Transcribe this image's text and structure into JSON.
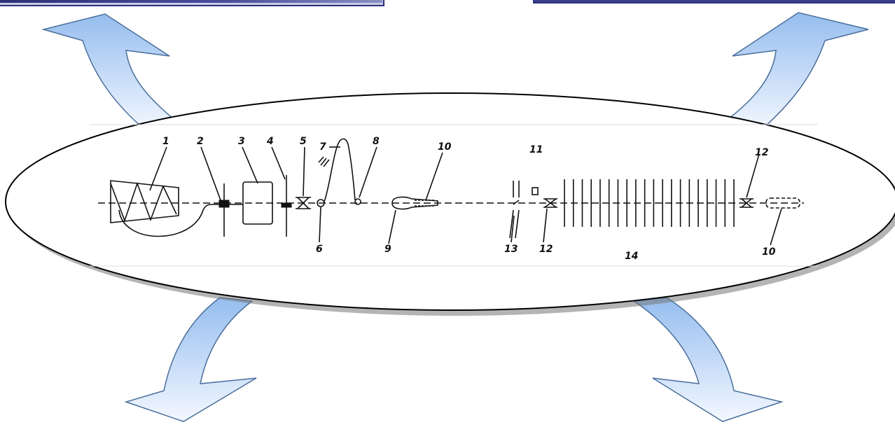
{
  "colors": {
    "banner_left": "#3a3f8f",
    "banner_right": "#3a3f8f",
    "arrow_fill_light": "#f2f7ff",
    "arrow_fill_dark": "#9cc3ef",
    "arrow_stroke": "#4a6f9c",
    "ellipse_fill": "#ffffff",
    "ellipse_stroke": "#000000",
    "ellipse_shadow": "#555555",
    "drawing_ink": "#111111"
  },
  "arrows": [
    {
      "name": "arrow-top-left",
      "direction": "up-left"
    },
    {
      "name": "arrow-top-right",
      "direction": "up-right"
    },
    {
      "name": "arrow-bottom-left",
      "direction": "down-left"
    },
    {
      "name": "arrow-bottom-right",
      "direction": "down-right"
    }
  ],
  "diagram": {
    "labels": [
      "1",
      "2",
      "3",
      "4",
      "5",
      "7",
      "8",
      "10",
      "11",
      "12",
      "6",
      "9",
      "13",
      "12",
      "14",
      "10"
    ]
  }
}
